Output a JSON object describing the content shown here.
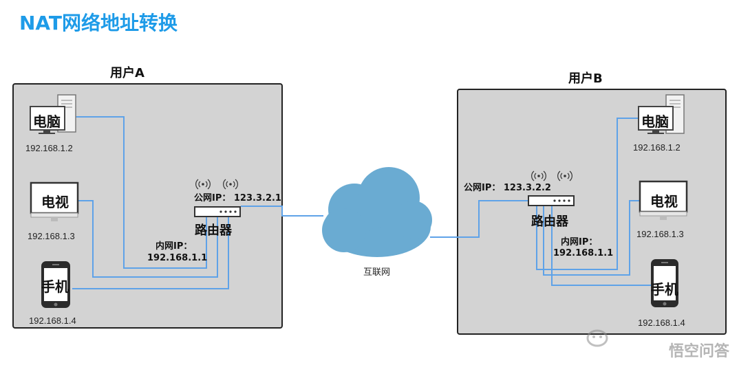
{
  "title": "NAT网络地址转换",
  "userA": {
    "label": "用户A",
    "pc": {
      "label": "电脑",
      "ip": "192.168.1.2"
    },
    "tv": {
      "label": "电视",
      "ip": "192.168.1.3"
    },
    "phone": {
      "label": "手机",
      "ip": "192.168.1.4"
    },
    "router": {
      "label": "路由器",
      "public_ip": "公网IP：  123.3.2.1",
      "private_ip_label": "内网IP：",
      "private_ip": "192.168.1.1"
    }
  },
  "userB": {
    "label": "用户B",
    "pc": {
      "label": "电脑",
      "ip": "192.168.1.2"
    },
    "tv": {
      "label": "电视",
      "ip": "192.168.1.3"
    },
    "phone": {
      "label": "手机",
      "ip": "192.168.1.4"
    },
    "router": {
      "label": "路由器",
      "public_ip": "公网IP：  123.3.2.2",
      "private_ip_label": "内网IP：",
      "private_ip": "192.168.1.1"
    }
  },
  "internet": {
    "label": "互联网"
  },
  "watermark": "悟空问答",
  "colors": {
    "title": "#1e9be8",
    "link": "#5ea2e8",
    "cloud": "#6aabd2",
    "box": "#d3d3d3"
  }
}
